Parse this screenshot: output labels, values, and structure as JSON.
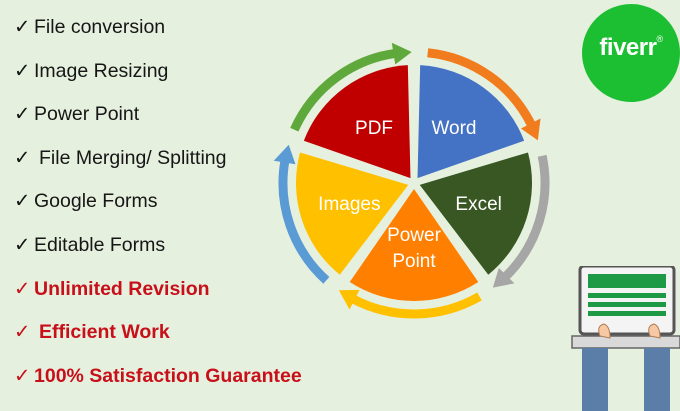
{
  "features": [
    {
      "check": "✓",
      "text": "File conversion",
      "style": "normal"
    },
    {
      "check": "✓",
      "text": "Image Resizing",
      "style": "normal"
    },
    {
      "check": "✓",
      "text": "Power Point",
      "style": "normal"
    },
    {
      "check": "✓",
      "text": "File Merging/ Splitting",
      "style": "normal"
    },
    {
      "check": "✓",
      "text": "Google Forms",
      "style": "normal"
    },
    {
      "check": "✓",
      "text": "Editable Forms",
      "style": "normal"
    },
    {
      "check": "✓",
      "text": "Unlimited Revision",
      "style": "highlight"
    },
    {
      "check": "✓",
      "text": "Efficient Work",
      "style": "highlight"
    },
    {
      "check": "✓",
      "text": "100% Satisfaction Guarantee",
      "style": "highlight"
    }
  ],
  "wheel": {
    "segments": [
      {
        "label": "PDF",
        "color": "#c00000"
      },
      {
        "label": "Word",
        "color": "#4472c4"
      },
      {
        "label": "Excel",
        "color": "#385723"
      },
      {
        "label": "Power",
        "label2": "Point",
        "color": "#ff7f00"
      },
      {
        "label": "Images",
        "color": "#ffc000"
      }
    ],
    "arrow_colors": [
      "#5fa83b",
      "#f07c1e",
      "#a6a6a6",
      "#ffc000",
      "#5b9bd5"
    ]
  },
  "brand": {
    "name": "fiverr",
    "mark": "®",
    "color": "#1dbf32"
  },
  "laptop": {
    "screen_color": "#1e9a46",
    "body_color": "#d9d9d9"
  }
}
